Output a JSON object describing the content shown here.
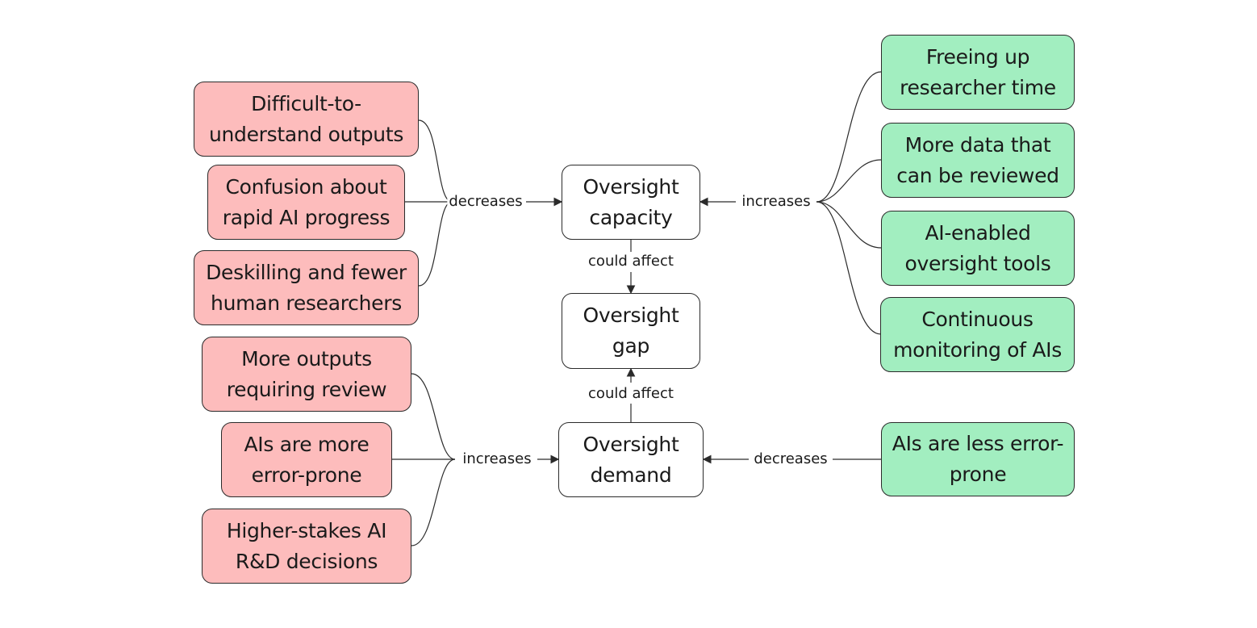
{
  "nodes": {
    "capacity": "Oversight\ncapacity",
    "gap": "Oversight\ngap",
    "demand": "Oversight\ndemand",
    "difficult_outputs": "Difficult-to-\nunderstand outputs",
    "confusion": "Confusion about\nrapid AI progress",
    "deskilling": "Deskilling and fewer\nhuman researchers",
    "more_outputs": "More outputs\nrequiring review",
    "error_prone": "AIs are more\nerror-prone",
    "higher_stakes": "Higher-stakes AI\nR&D decisions",
    "freeing_time": "Freeing up\nresearcher time",
    "more_data": "More data that\ncan be reviewed",
    "oversight_tools": "AI-enabled\noversight tools",
    "monitoring": "Continuous\nmonitoring of AIs",
    "less_error": "AIs are less error-\nprone"
  },
  "edge_labels": {
    "capacity_decreases": "decreases",
    "capacity_increases": "increases",
    "capacity_affect": "could affect",
    "demand_affect": "could affect",
    "demand_increases": "increases",
    "demand_decreases": "decreases"
  },
  "colors": {
    "negative_fill": "#fdbcbc",
    "positive_fill": "#a2eec0",
    "core_fill": "#ffffff",
    "stroke": "#2b2b2b"
  }
}
